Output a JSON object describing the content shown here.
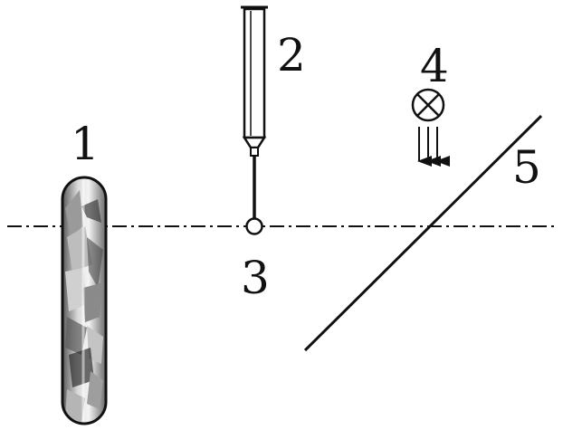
{
  "labels": {
    "rod": "1",
    "syringe": "2",
    "droplet": "3",
    "lamp": "4",
    "mirror": "5"
  },
  "colors": {
    "stroke": "#111111",
    "background": "#ffffff"
  },
  "icons": {
    "lamp": "crossed-circle-lamp-icon",
    "light_rays": "downward-arrows-icon"
  }
}
